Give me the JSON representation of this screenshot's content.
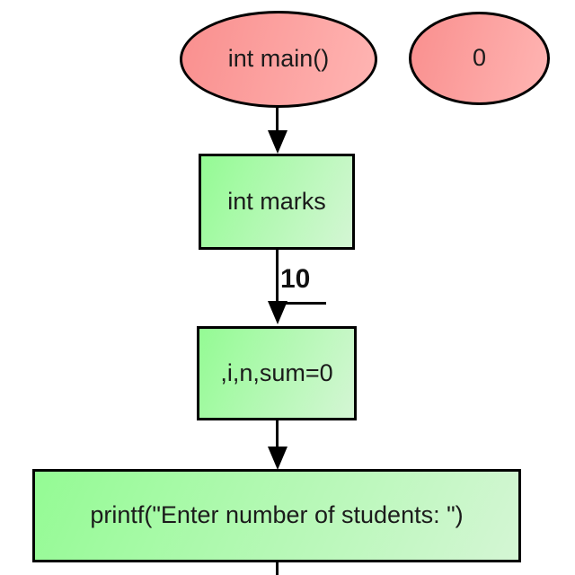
{
  "flowchart": {
    "nodes": {
      "start": {
        "shape": "ellipse",
        "label": "int main()"
      },
      "constant_zero": {
        "shape": "ellipse",
        "label": "0"
      },
      "declare_marks": {
        "shape": "process",
        "label": "int marks"
      },
      "declare_vars": {
        "shape": "process",
        "label": ",i,n,sum=0"
      },
      "printf_students": {
        "shape": "process",
        "label": "printf(\"Enter number of students: \")"
      }
    },
    "edges": {
      "start_to_marks": {
        "label": ""
      },
      "marks_to_vars": {
        "label": "10"
      },
      "vars_to_printf": {
        "label": ""
      },
      "printf_to_next": {
        "label": ""
      }
    },
    "colors": {
      "background": "#ffffff",
      "stroke": "#000000",
      "text": "#1b1b1b",
      "terminal_gradient_start": "#f98f8e",
      "terminal_gradient_end": "#ffb5b3",
      "process_gradient_start": "#94fb94",
      "process_gradient_end": "#d4f6d4"
    }
  }
}
